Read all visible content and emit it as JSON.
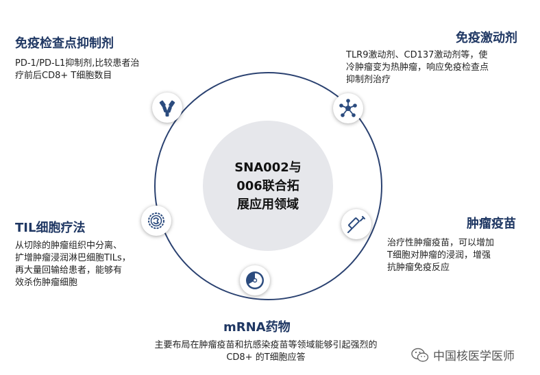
{
  "center": {
    "label": "SNA002与\n006联合拓\n展应用领域"
  },
  "items": [
    {
      "key": "checkpoint",
      "title": "免疫检查点抑制剂",
      "desc": "PD-1/PD-L1抑制剂,比较患者治\n疗前后CD8+ T细胞数目",
      "icon": "antibody-icon"
    },
    {
      "key": "agonist",
      "title": "免疫激动剂",
      "desc": "TLR9激动剂、CD137激动剂等，使\n冷肿瘤变为热肿瘤，响应免疫检查点\n抑制剂治疗",
      "icon": "molecule-network-icon"
    },
    {
      "key": "til",
      "title": "TIL细胞疗法",
      "desc": "从切除的肿瘤组织中分离、\n扩增肿瘤浸润淋巴细胞TILs，\n再大量回输给患者，能够有\n效杀伤肿瘤细胞",
      "icon": "cell-icon"
    },
    {
      "key": "vaccine",
      "title": "肿瘤疫苗",
      "desc": "治疗性肿瘤疫苗，可以增加\nT细胞对肿瘤的浸润，增强\n抗肿瘤免疫反应",
      "icon": "syringe-icon"
    },
    {
      "key": "mrna",
      "title": "mRNA药物",
      "desc": "主要布局在肿瘤疫苗和抗感染疫苗等领域能够引起强烈的\nCD8+ 的T细胞应答",
      "icon": "radiation-icon"
    }
  ],
  "watermark": {
    "text": "中国核医学医师",
    "icon": "wechat-icon"
  },
  "colors": {
    "ring": "#2a4170",
    "title": "#1f3763",
    "icon": "#2b4b7e",
    "center_fill": "#e6e7eb"
  }
}
